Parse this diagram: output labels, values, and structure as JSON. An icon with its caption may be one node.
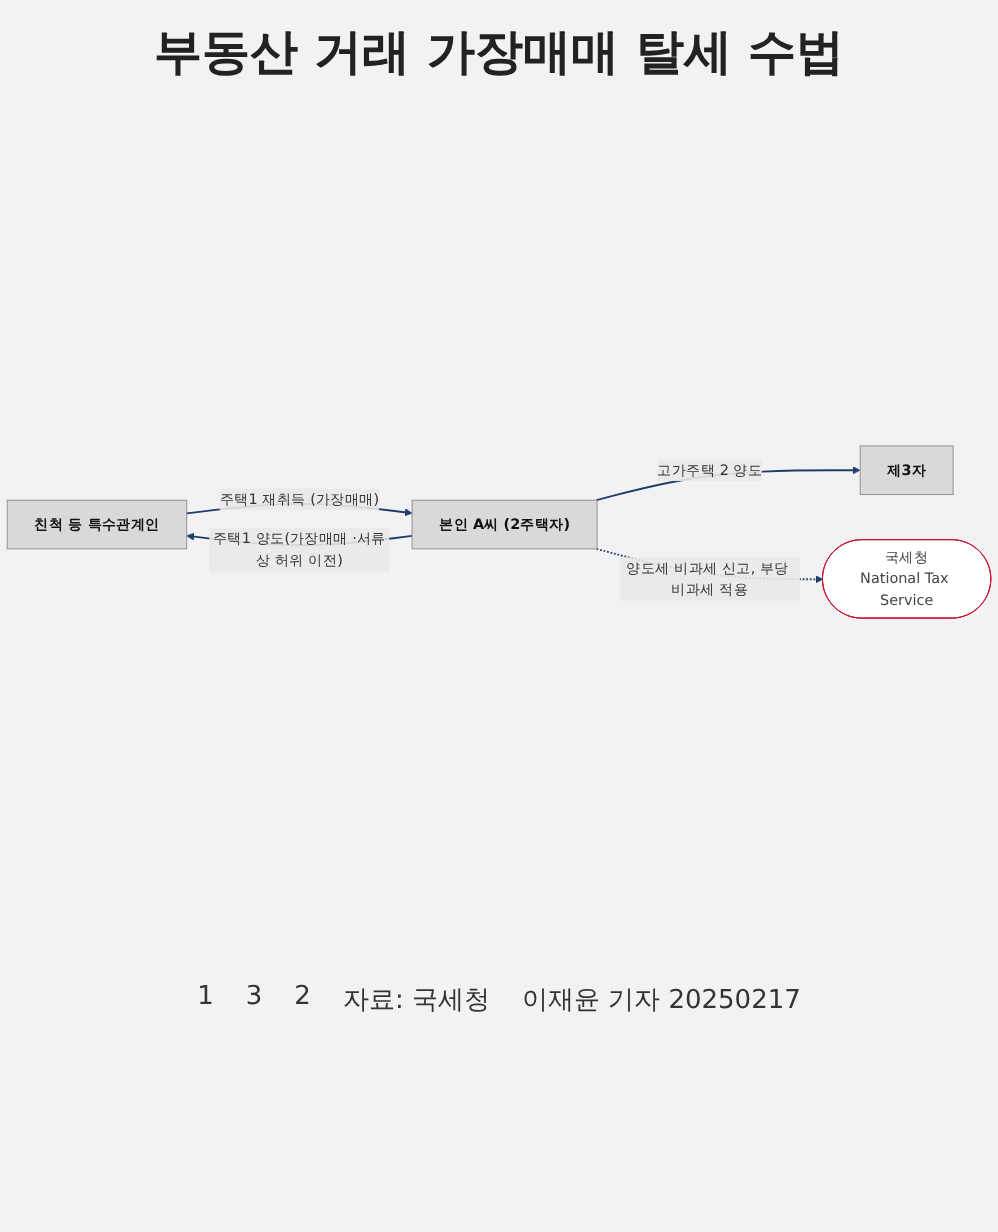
{
  "diagram": {
    "title": "부동산 거래 가장매매 탈세 수법",
    "nodes": [
      {
        "text": [
          "친척 등 특수관계인"
        ]
      },
      {
        "text": [
          "본인 A씨 (2주택자)"
        ]
      },
      {
        "text": [
          "국세청",
          "National Tax Service"
        ]
      },
      {
        "text": [
          "제3자"
        ]
      }
    ],
    "edges": [
      {
        "from": 1,
        "to": 0,
        "arrow": "to",
        "label": "주택1 양도(가장매매 ·서류상 허위 이전)"
      },
      {
        "from": 0,
        "to": 1,
        "arrow": "to",
        "label": "주택1 재취득 (가장매매)"
      },
      {
        "from": 1,
        "to": 3,
        "arrow": "to",
        "label": "고가주택 2 양도"
      },
      {
        "from": 1,
        "to": 2,
        "arrow": "to",
        "style": "dashed",
        "label": "양도세 비과세 신고, 부당 비과세 적용"
      }
    ],
    "labels": [
      "1",
      "3",
      "2",
      "자료: 국세청",
      "이재윤 기자 20250217"
    ]
  }
}
